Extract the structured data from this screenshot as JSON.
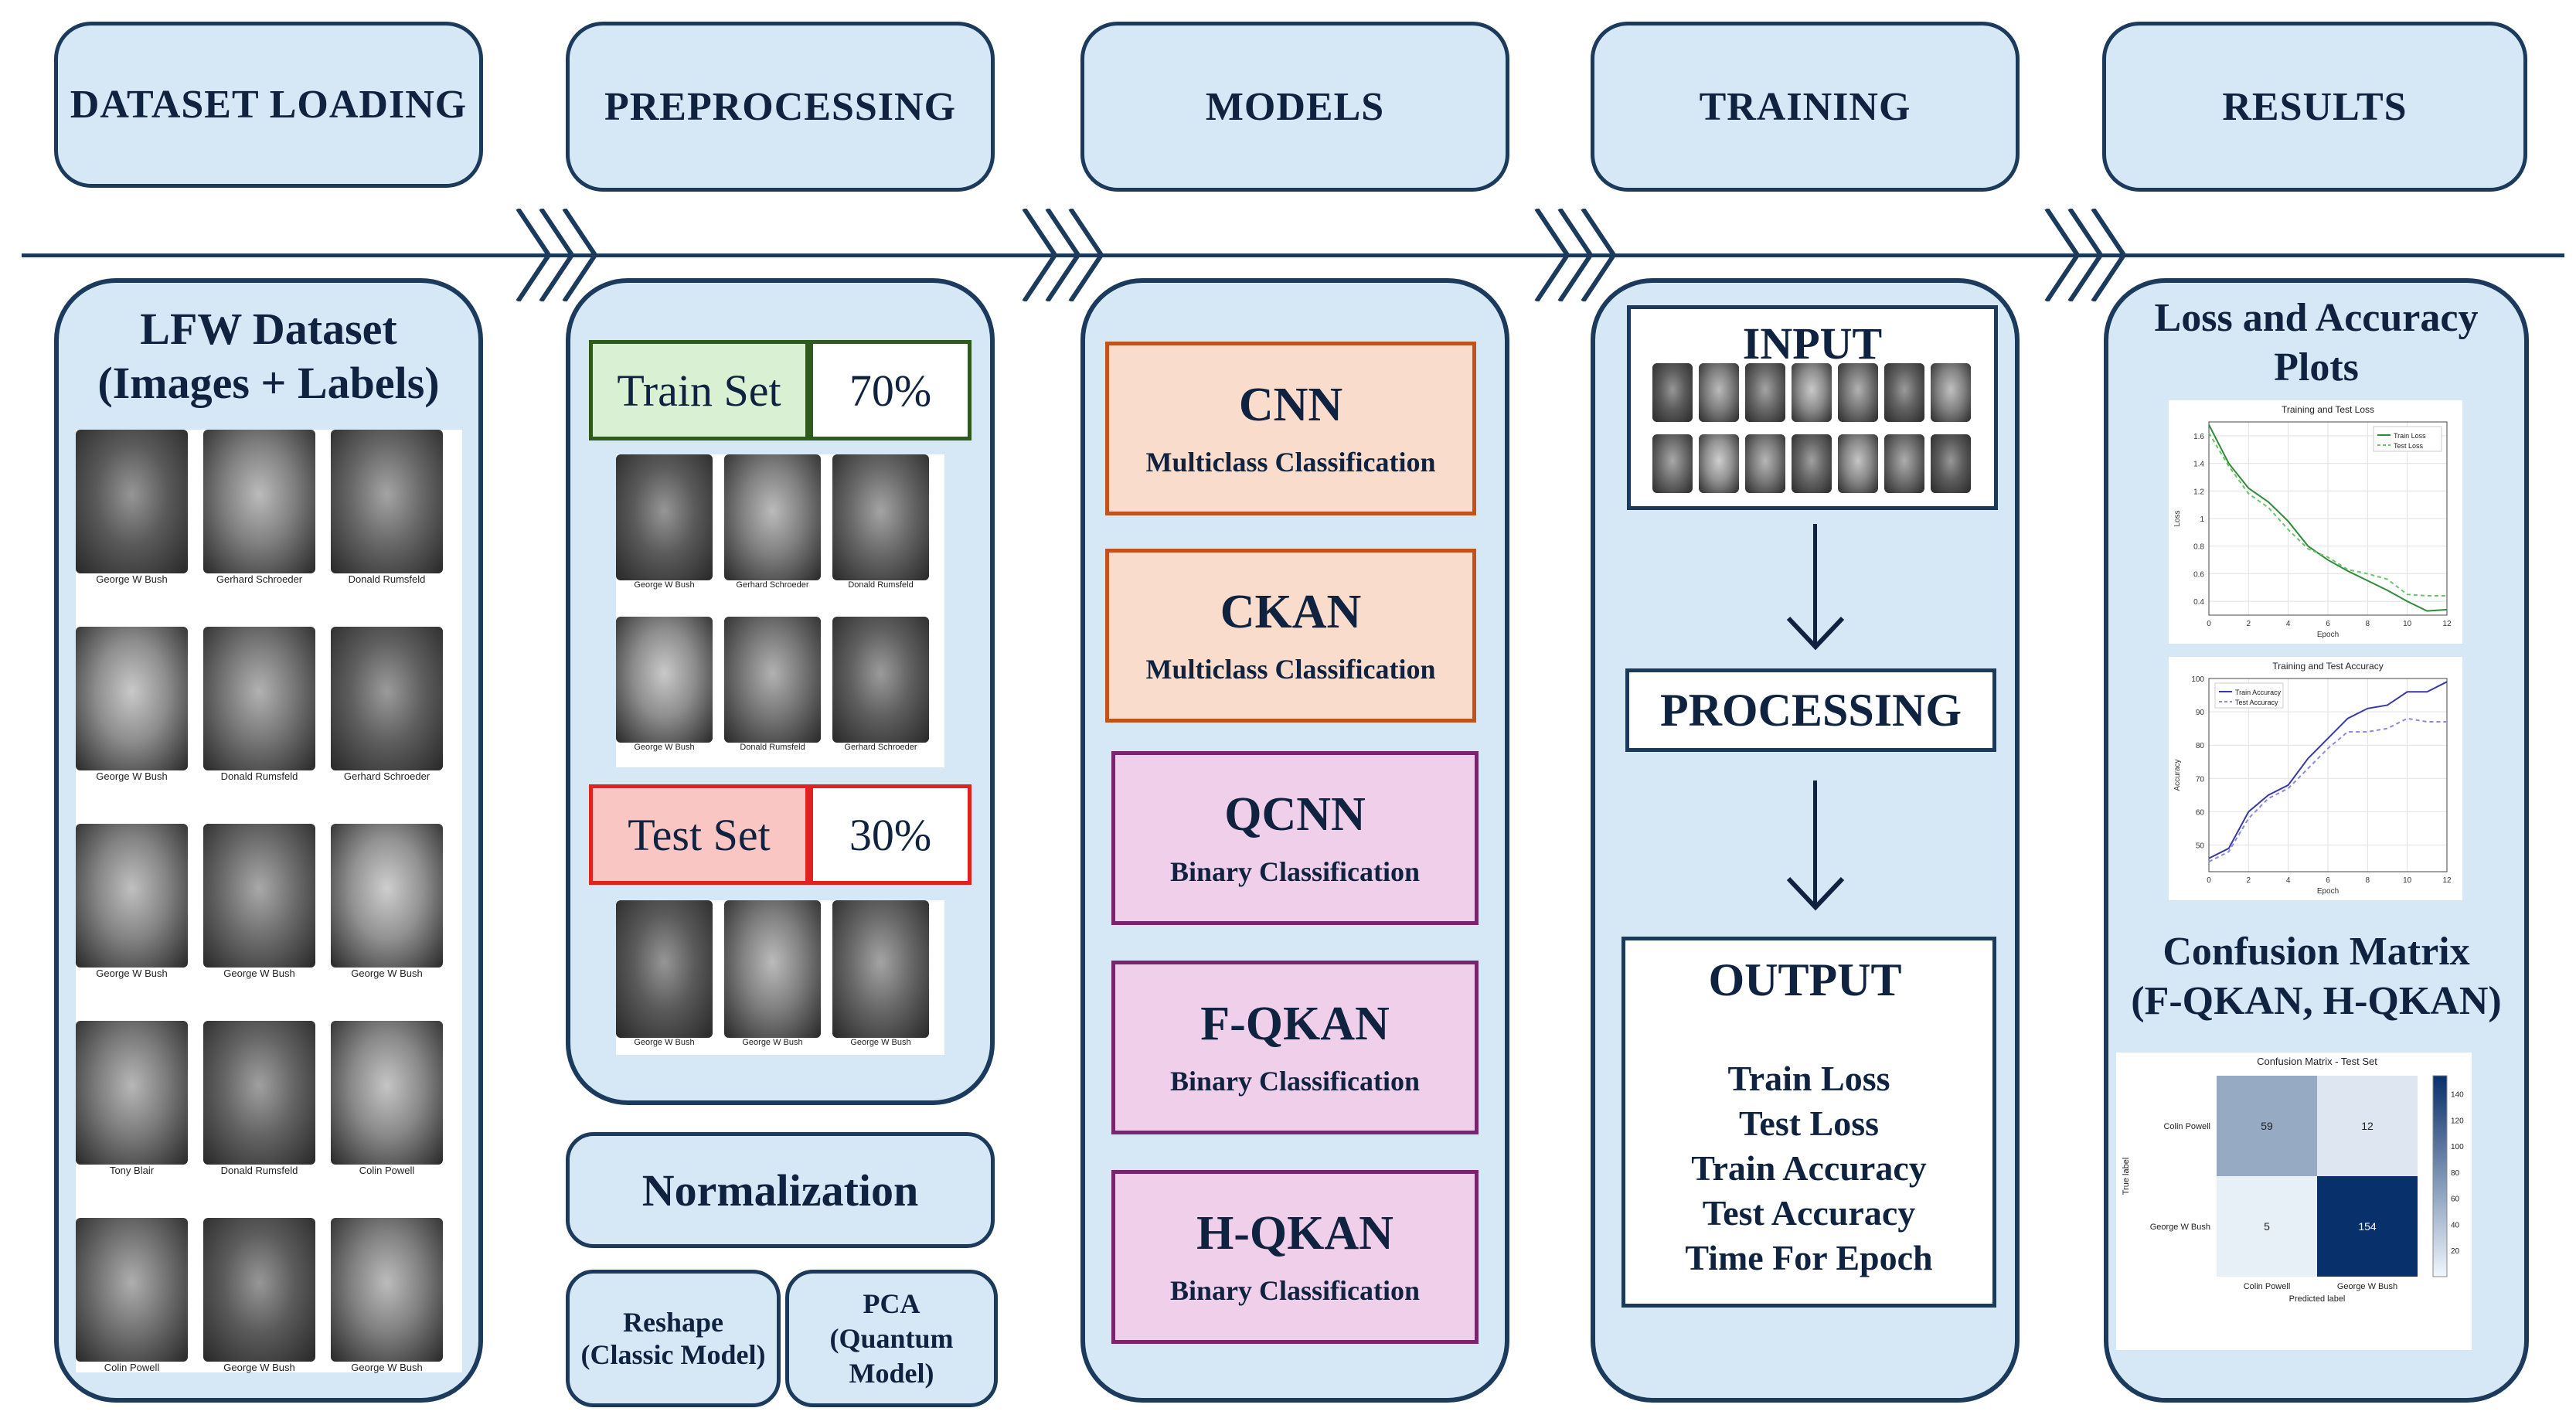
{
  "headers": [
    "DATASET LOADING",
    "PREPROCESSING",
    "MODELS",
    "TRAINING",
    "RESULTS"
  ],
  "dataset": {
    "title_line1": "LFW Dataset",
    "title_line2": "(Images + Labels)",
    "faces": [
      "George W Bush",
      "Gerhard Schroeder",
      "Donald Rumsfeld",
      "George W Bush",
      "Donald Rumsfeld",
      "Gerhard Schroeder",
      "George W Bush",
      "George W Bush",
      "George W Bush",
      "Tony Blair",
      "Donald Rumsfeld",
      "Colin Powell",
      "Colin Powell",
      "George W Bush",
      "George W Bush"
    ]
  },
  "preprocessing": {
    "train_label": "Train Set",
    "train_pct": "70%",
    "train_faces": [
      "George W Bush",
      "Gerhard Schroeder",
      "Donald Rumsfeld",
      "George W Bush",
      "Donald Rumsfeld",
      "Gerhard Schroeder"
    ],
    "test_label": "Test Set",
    "test_pct": "30%",
    "test_faces": [
      "George W Bush",
      "George W Bush",
      "George W Bush"
    ],
    "normalization": "Normalization",
    "reshape_line1": "Reshape",
    "reshape_line2": "(Classic Model)",
    "pca_line1": "PCA",
    "pca_line2": "(Quantum",
    "pca_line3": "Model)"
  },
  "models": [
    {
      "name": "CNN",
      "sub": "Multiclass Classification",
      "color": "#c0531b"
    },
    {
      "name": "CKAN",
      "sub": "Multiclass Classification",
      "color": "#c0531b"
    },
    {
      "name": "QCNN",
      "sub": "Binary Classification",
      "color": "#7a236e"
    },
    {
      "name": "F-QKAN",
      "sub": "Binary Classification",
      "color": "#7a236e"
    },
    {
      "name": "H-QKAN",
      "sub": "Binary Classification",
      "color": "#7a236e"
    }
  ],
  "training": {
    "input": "INPUT",
    "processing": "PROCESSING",
    "output": "OUTPUT",
    "outputs": [
      "Train Loss",
      "Test Loss",
      "Train Accuracy",
      "Test Accuracy",
      "Time For Epoch"
    ]
  },
  "results": {
    "plots_line1": "Loss and Accuracy",
    "plots_line2": "Plots",
    "loss_title": "Training and Test Loss",
    "loss_legend": [
      "Train Loss",
      "Test Loss"
    ],
    "loss_xlabel": "Epoch",
    "loss_ylabel": "Loss",
    "acc_title": "Training and Test Accuracy",
    "acc_legend": [
      "Train Accuracy",
      "Test Accuracy"
    ],
    "acc_xlabel": "Epoch",
    "acc_ylabel": "Accuracy",
    "cm_line1": "Confusion Matrix",
    "cm_line2": "(F-QKAN, H-QKAN)",
    "cm_title": "Confusion Matrix - Test Set",
    "cm_xlabel": "Predicted label",
    "cm_ylabel": "True label",
    "cm_classes": [
      "Colin Powell",
      "George W Bush"
    ],
    "cm_values": [
      [
        59,
        12
      ],
      [
        5,
        154
      ]
    ],
    "cm_colorbar_ticks": [
      "140",
      "120",
      "100",
      "80",
      "60",
      "40",
      "20"
    ]
  },
  "chart_data": [
    {
      "type": "line",
      "title": "Training and Test Loss",
      "xlabel": "Epoch",
      "ylabel": "Loss",
      "x": [
        0,
        1,
        2,
        3,
        4,
        5,
        6,
        7,
        8,
        9,
        10,
        11,
        12
      ],
      "series": [
        {
          "name": "Train Loss",
          "values": [
            1.68,
            1.4,
            1.22,
            1.12,
            0.98,
            0.8,
            0.7,
            0.62,
            0.55,
            0.48,
            0.4,
            0.33,
            0.34
          ]
        },
        {
          "name": "Test Loss",
          "values": [
            1.62,
            1.38,
            1.18,
            1.08,
            0.92,
            0.78,
            0.72,
            0.63,
            0.6,
            0.56,
            0.45,
            0.44,
            0.44
          ]
        }
      ],
      "xlim": [
        0,
        12
      ],
      "ylim": [
        0.3,
        1.7
      ],
      "xticks": [
        0,
        2,
        4,
        6,
        8,
        10,
        12
      ],
      "yticks": [
        0.4,
        0.6,
        0.8,
        1.0,
        1.2,
        1.4,
        1.6
      ],
      "colors": [
        "#2e8b3a",
        "#6cc56c"
      ],
      "legend": "top-right",
      "grid": true
    },
    {
      "type": "line",
      "title": "Training and Test Accuracy",
      "xlabel": "Epoch",
      "ylabel": "Accuracy",
      "x": [
        0,
        1,
        2,
        3,
        4,
        5,
        6,
        7,
        8,
        9,
        10,
        11,
        12
      ],
      "series": [
        {
          "name": "Train Accuracy",
          "values": [
            46,
            49,
            60,
            65,
            68,
            76,
            82,
            88,
            91,
            92,
            96,
            96,
            99
          ]
        },
        {
          "name": "Test Accuracy",
          "values": [
            45,
            48,
            58,
            64,
            67,
            73,
            79,
            84,
            84,
            85,
            88,
            87,
            87
          ]
        }
      ],
      "xlim": [
        0,
        12
      ],
      "ylim": [
        42,
        100
      ],
      "xticks": [
        0,
        2,
        4,
        6,
        8,
        10,
        12
      ],
      "yticks": [
        50,
        60,
        70,
        80,
        90,
        100
      ],
      "colors": [
        "#3838a8",
        "#8a8ae0"
      ],
      "legend": "top-left",
      "grid": true
    }
  ]
}
